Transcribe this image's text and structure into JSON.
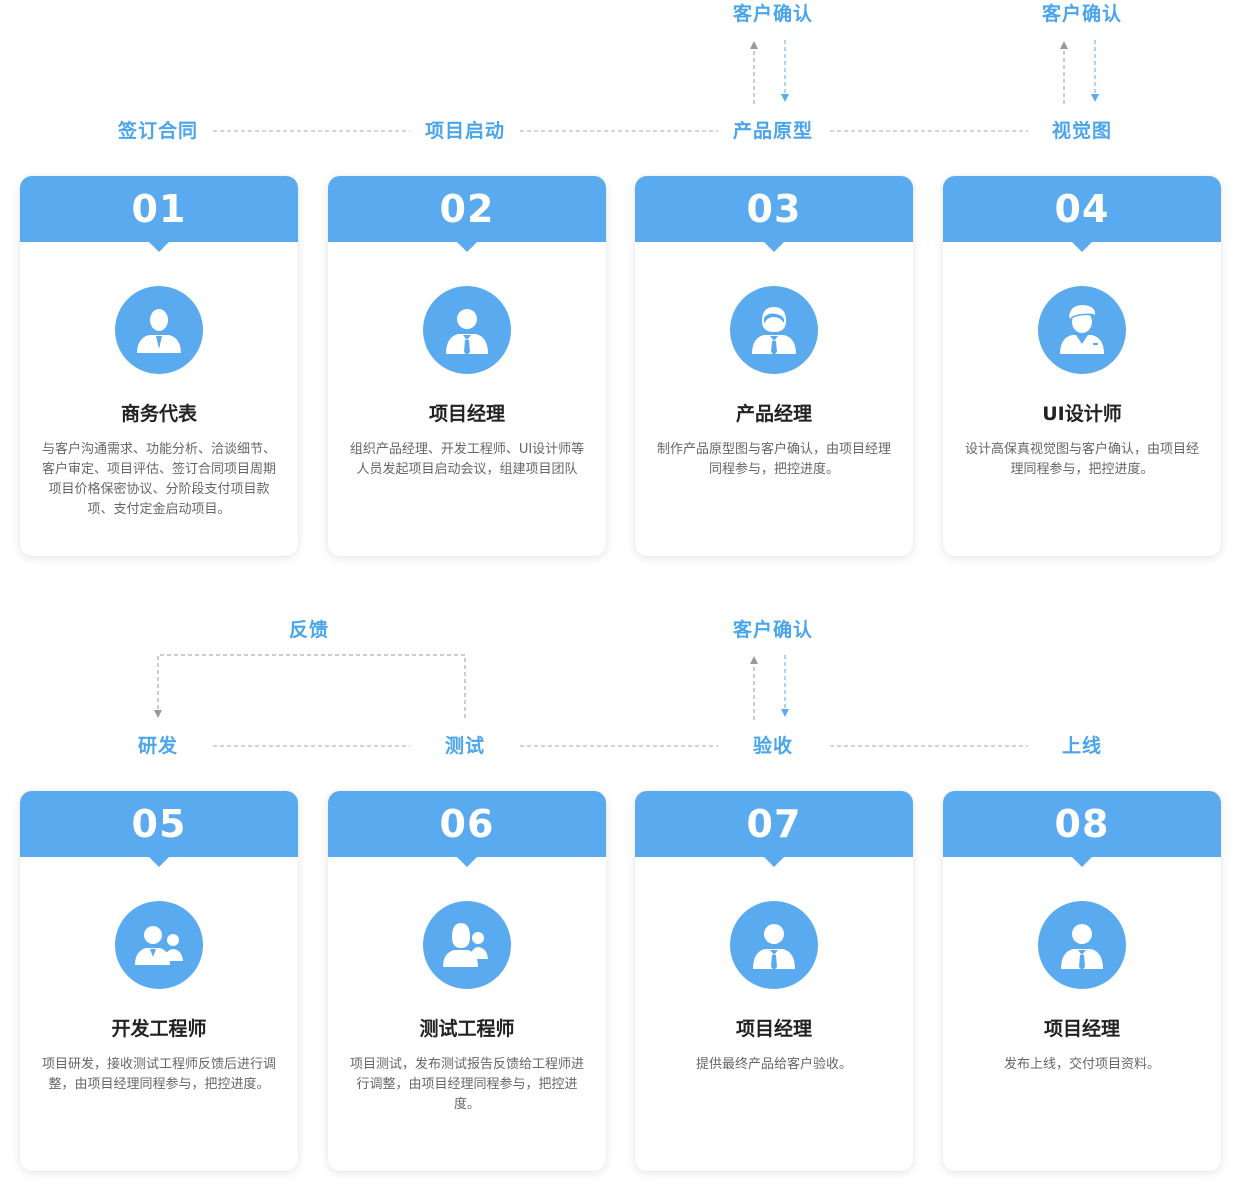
{
  "colors": {
    "accent": "#5aaaf0",
    "label": "#4aa5ec",
    "title": "#222222",
    "desc": "#666666",
    "dash": "#aaaaaa",
    "arrow_blue": "#5aaaf0",
    "arrow_gray": "#999999"
  },
  "row1": {
    "stages": [
      "签订合同",
      "项目启动",
      "产品原型",
      "视觉图"
    ],
    "confirm_a": "客户确认",
    "confirm_b": "客户确认"
  },
  "row2": {
    "stages": [
      "研发",
      "测试",
      "验收",
      "上线"
    ],
    "feedback": "反馈",
    "confirm": "客户确认"
  },
  "cards": [
    {
      "num": "01",
      "icon": "businessman-icon",
      "title": "商务代表",
      "desc": "与客户沟通需求、功能分析、洽谈细节、客户审定、项目评估、签订合同项目周期项目价格保密协议、分阶段支付项目款项、支付定金启动项目。"
    },
    {
      "num": "02",
      "icon": "manager-icon",
      "title": "项目经理",
      "desc": "组织产品经理、开发工程师、UI设计师等人员发起项目启动会议，组建项目团队"
    },
    {
      "num": "03",
      "icon": "product-manager-icon",
      "title": "产品经理",
      "desc": "制作产品原型图与客户确认，由项目经理同程参与，把控进度。"
    },
    {
      "num": "04",
      "icon": "designer-icon",
      "title": "UI设计师",
      "desc": "设计高保真视觉图与客户确认，由项目经理同程参与，把控进度。"
    },
    {
      "num": "05",
      "icon": "developers-icon",
      "title": "开发工程师",
      "desc": "项目研发，接收测试工程师反馈后进行调整，由项目经理同程参与，把控进度。"
    },
    {
      "num": "06",
      "icon": "testers-icon",
      "title": "测试工程师",
      "desc": "项目测试，发布测试报告反馈给工程师进行调整，由项目经理同程参与，把控进度。"
    },
    {
      "num": "07",
      "icon": "manager-icon",
      "title": "项目经理",
      "desc": "提供最终产品给客户验收。"
    },
    {
      "num": "08",
      "icon": "manager-icon",
      "title": "项目经理",
      "desc": "发布上线，交付项目资料。"
    }
  ]
}
